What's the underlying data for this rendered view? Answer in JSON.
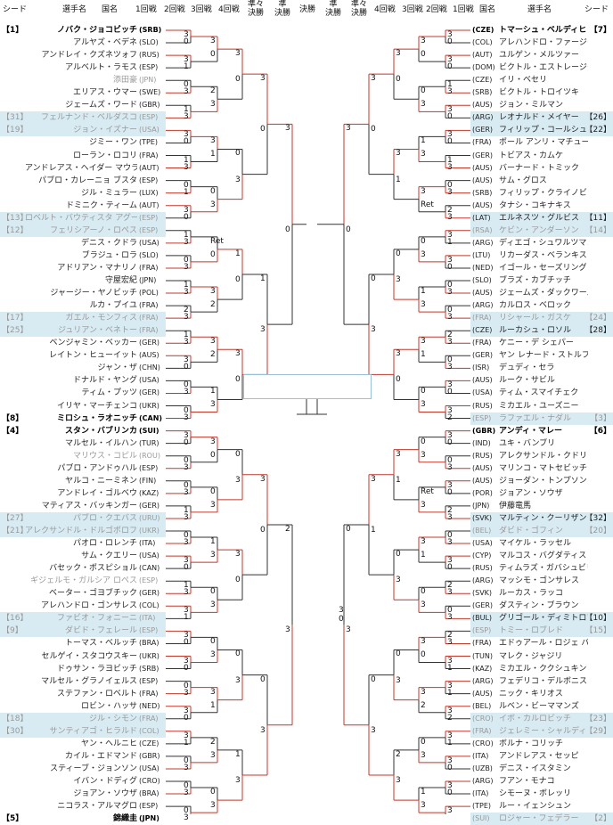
{
  "header": {
    "seed_left": "シード",
    "name_left": "選手名",
    "ctry_left": "国名",
    "r1_left": "1回戦",
    "r2_left": "2回戦",
    "r3_left": "3回戦",
    "r4_left": "4回戦",
    "qf_left": "準々\n決勝",
    "sf_left": "準\n決勝",
    "final": "決勝",
    "sf_right": "準\n決勝",
    "qf_right": "準々\n決勝",
    "r4_right": "4回戦",
    "r3_right": "3回戦",
    "r2_right": "2回戦",
    "r1_right": "1回戦",
    "ctry_right": "国名",
    "name_right": "選手名",
    "seed_right": "シード"
  },
  "left_players": [
    {
      "seed": "【1】",
      "name": "ノバク・ジョコビッチ",
      "ctry": "(SRB)",
      "style": "bold"
    },
    {
      "seed": "",
      "name": "アルヤズ・ベデネ",
      "ctry": "(SLO)",
      "style": ""
    },
    {
      "seed": "",
      "name": "アンドレイ・クズネツォフ",
      "ctry": "(RUS)",
      "style": ""
    },
    {
      "seed": "",
      "name": "アルベルト・ラモス",
      "ctry": "(ESP)",
      "style": ""
    },
    {
      "seed": "",
      "name": "添田豪",
      "ctry": "(JPN)",
      "style": "dim"
    },
    {
      "seed": "",
      "name": "エリアス・ウマー",
      "ctry": "(SWE)",
      "style": ""
    },
    {
      "seed": "",
      "name": "ジェームズ・ワード",
      "ctry": "(GBR)",
      "style": ""
    },
    {
      "seed": "【31】",
      "name": "フェルナンド・ベルダスコ",
      "ctry": "(ESP)",
      "style": "seeded dim"
    },
    {
      "seed": "【19】",
      "name": "ジョン・イズナー",
      "ctry": "(USA)",
      "style": "seeded dim"
    },
    {
      "seed": "",
      "name": "ジミー・ワン",
      "ctry": "(TPE)",
      "style": ""
    },
    {
      "seed": "",
      "name": "ローラン・ロコリ",
      "ctry": "(FRA)",
      "style": ""
    },
    {
      "seed": "",
      "name": "アンドレアス・ヘイダー マウラー",
      "ctry": "(AUT)",
      "style": ""
    },
    {
      "seed": "",
      "name": "パブロ・カレーニョ ブスタ",
      "ctry": "(ESP)",
      "style": ""
    },
    {
      "seed": "",
      "name": "ジル・ミュラー",
      "ctry": "(LUX)",
      "style": ""
    },
    {
      "seed": "",
      "name": "ドミニク・ティーム",
      "ctry": "(AUT)",
      "style": ""
    },
    {
      "seed": "【13】",
      "name": "ロベルト・バウティスタ アグート",
      "ctry": "(ESP)",
      "style": "seeded dim"
    },
    {
      "seed": "【12】",
      "name": "フェリシアーノ・ロペス",
      "ctry": "(ESP)",
      "style": "seeded dim"
    },
    {
      "seed": "",
      "name": "デニス・クドラ",
      "ctry": "(USA)",
      "style": ""
    },
    {
      "seed": "",
      "name": "ブラジュ・ロラ",
      "ctry": "(SLO)",
      "style": ""
    },
    {
      "seed": "",
      "name": "アドリアン・マナリノ",
      "ctry": "(FRA)",
      "style": ""
    },
    {
      "seed": "",
      "name": "守屋宏紀",
      "ctry": "(JPN)",
      "style": ""
    },
    {
      "seed": "",
      "name": "ジャージー・ヤノビッチ",
      "ctry": "(POL)",
      "style": ""
    },
    {
      "seed": "",
      "name": "ルカ・プイユ",
      "ctry": "(FRA)",
      "style": ""
    },
    {
      "seed": "【17】",
      "name": "ガエル・モンフィス",
      "ctry": "(FRA)",
      "style": "seeded dim"
    },
    {
      "seed": "【25】",
      "name": "ジュリアン・ベネトー",
      "ctry": "(FRA)",
      "style": "seeded dim"
    },
    {
      "seed": "",
      "name": "ベンジャミン・ベッカー",
      "ctry": "(GER)",
      "style": ""
    },
    {
      "seed": "",
      "name": "レイトン・ヒューイット",
      "ctry": "(AUS)",
      "style": ""
    },
    {
      "seed": "",
      "name": "ジャン・ザ",
      "ctry": "(CHN)",
      "style": ""
    },
    {
      "seed": "",
      "name": "ドナルド・ヤング",
      "ctry": "(USA)",
      "style": ""
    },
    {
      "seed": "",
      "name": "ティム・プッツ",
      "ctry": "(GER)",
      "style": ""
    },
    {
      "seed": "",
      "name": "イリヤ・マーチェンコ",
      "ctry": "(UKR)",
      "style": ""
    },
    {
      "seed": "【8】",
      "name": "ミロシュ・ラオニッチ",
      "ctry": "(CAN)",
      "style": "bold"
    },
    {
      "seed": "【4】",
      "name": "スタン・バブリンカ",
      "ctry": "(SUI)",
      "style": "bold"
    },
    {
      "seed": "",
      "name": "マルセル・イルハン",
      "ctry": "(TUR)",
      "style": ""
    },
    {
      "seed": "",
      "name": "マリウス・コピル",
      "ctry": "(ROU)",
      "style": "dim"
    },
    {
      "seed": "",
      "name": "パブロ・アンドゥハル",
      "ctry": "(ESP)",
      "style": ""
    },
    {
      "seed": "",
      "name": "ヤルコ・ニーミネン",
      "ctry": "(FIN)",
      "style": ""
    },
    {
      "seed": "",
      "name": "アンドレイ・ゴルベウ",
      "ctry": "(KAZ)",
      "style": ""
    },
    {
      "seed": "",
      "name": "マティアス・バッキンガー",
      "ctry": "(GER)",
      "style": ""
    },
    {
      "seed": "【27】",
      "name": "パブロ・クエバス",
      "ctry": "(URU)",
      "style": "seeded dim"
    },
    {
      "seed": "【21】",
      "name": "アレクサンドル・ドルゴポロフ",
      "ctry": "(UKR)",
      "style": "seeded dim"
    },
    {
      "seed": "",
      "name": "パオロ・ロレンチ",
      "ctry": "(ITA)",
      "style": ""
    },
    {
      "seed": "",
      "name": "サム・クエリー",
      "ctry": "(USA)",
      "style": ""
    },
    {
      "seed": "",
      "name": "バセック・ポスピショル",
      "ctry": "(CAN)",
      "style": ""
    },
    {
      "seed": "",
      "name": "ギジェルモ・ガルシア ロペス",
      "ctry": "(ESP)",
      "style": "dim"
    },
    {
      "seed": "",
      "name": "ベーター・ゴヨブチック",
      "ctry": "(GER)",
      "style": ""
    },
    {
      "seed": "",
      "name": "アレハンドロ・ゴンサレス",
      "ctry": "(COL)",
      "style": ""
    },
    {
      "seed": "【16】",
      "name": "ファビオ・フォニーニ",
      "ctry": "(ITA)",
      "style": "seeded dim"
    },
    {
      "seed": "【9】",
      "name": "ダビド・フェレール",
      "ctry": "(ESP)",
      "style": "seeded dim"
    },
    {
      "seed": "",
      "name": "トーマス・ベルッチ",
      "ctry": "(BRA)",
      "style": ""
    },
    {
      "seed": "",
      "name": "セルゲイ・スタコウスキー",
      "ctry": "(UKR)",
      "style": ""
    },
    {
      "seed": "",
      "name": "ドゥサン・ラヨビッチ",
      "ctry": "(SRB)",
      "style": ""
    },
    {
      "seed": "",
      "name": "マルセル・グラノイェルス",
      "ctry": "(ESP)",
      "style": ""
    },
    {
      "seed": "",
      "name": "ステファン・ロベルト",
      "ctry": "(FRA)",
      "style": ""
    },
    {
      "seed": "",
      "name": "ロビン・ハッサ",
      "ctry": "(NED)",
      "style": ""
    },
    {
      "seed": "【18】",
      "name": "ジル・シモン",
      "ctry": "(FRA)",
      "style": "seeded dim"
    },
    {
      "seed": "【30】",
      "name": "サンティアゴ・ヒラルド",
      "ctry": "(COL)",
      "style": "seeded dim"
    },
    {
      "seed": "",
      "name": "ヤン・ヘルニヒ",
      "ctry": "(CZE)",
      "style": ""
    },
    {
      "seed": "",
      "name": "カイル・エドマンド",
      "ctry": "(GBR)",
      "style": ""
    },
    {
      "seed": "",
      "name": "スティーブ・ジョンソン",
      "ctry": "(USA)",
      "style": ""
    },
    {
      "seed": "",
      "name": "イバン・ドディグ",
      "ctry": "(CRO)",
      "style": ""
    },
    {
      "seed": "",
      "name": "ジョアン・ソウザ",
      "ctry": "(BRA)",
      "style": ""
    },
    {
      "seed": "",
      "name": "ニコラス・アルマグロ",
      "ctry": "(ESP)",
      "style": ""
    },
    {
      "seed": "【5】",
      "name": "錦織圭",
      "ctry": "(JPN)",
      "style": "bold"
    }
  ],
  "right_players": [
    {
      "seed": "【7】",
      "name": "トマーシュ・ベルディヒ",
      "ctry": "(CZE)",
      "style": "bold"
    },
    {
      "seed": "",
      "name": "アレハンドロ・ファージャ",
      "ctry": "(COL)",
      "style": ""
    },
    {
      "seed": "",
      "name": "ユルゲン・メルツァー",
      "ctry": "(AUT)",
      "style": ""
    },
    {
      "seed": "",
      "name": "ビクトル・エストレージャ ブルゴス",
      "ctry": "(DOM)",
      "style": ""
    },
    {
      "seed": "",
      "name": "イリ・ベセリ",
      "ctry": "(CZE)",
      "style": ""
    },
    {
      "seed": "",
      "name": "ビクトル・トロイツキ",
      "ctry": "(SRB)",
      "style": ""
    },
    {
      "seed": "",
      "name": "ジョン・ミルマン",
      "ctry": "(AUS)",
      "style": ""
    },
    {
      "seed": "【26】",
      "name": "レオナルド・メイヤー",
      "ctry": "(ARG)",
      "style": "seeded"
    },
    {
      "seed": "【22】",
      "name": "フィリップ・コールシュライバー",
      "ctry": "(GER)",
      "style": "seeded"
    },
    {
      "seed": "",
      "name": "ポール アンリ・マチュー",
      "ctry": "(FRA)",
      "style": ""
    },
    {
      "seed": "",
      "name": "トビアス・カムケ",
      "ctry": "(GER)",
      "style": ""
    },
    {
      "seed": "",
      "name": "バーナード・トミック",
      "ctry": "(AUS)",
      "style": ""
    },
    {
      "seed": "",
      "name": "サム・グロス",
      "ctry": "(AUS)",
      "style": ""
    },
    {
      "seed": "",
      "name": "フィリップ・クライノビッチ",
      "ctry": "(SRB)",
      "style": ""
    },
    {
      "seed": "",
      "name": "タナシ・コキナキス",
      "ctry": "(AUS)",
      "style": ""
    },
    {
      "seed": "【11】",
      "name": "エルネスツ・グルビス",
      "ctry": "(LAT)",
      "style": "seeded"
    },
    {
      "seed": "【14】",
      "name": "ケビン・アンダーソン",
      "ctry": "(RSA)",
      "style": "seeded dim"
    },
    {
      "seed": "",
      "name": "ディエゴ・シュワルツマン",
      "ctry": "(ARG)",
      "style": ""
    },
    {
      "seed": "",
      "name": "リカーダス・ベランキス",
      "ctry": "(LTU)",
      "style": ""
    },
    {
      "seed": "",
      "name": "イゴール・セーズリング",
      "ctry": "(NED)",
      "style": ""
    },
    {
      "seed": "",
      "name": "ブラズ・カブチッチ",
      "ctry": "(SLO)",
      "style": ""
    },
    {
      "seed": "",
      "name": "ジェームズ・ダックワース",
      "ctry": "(AUS)",
      "style": ""
    },
    {
      "seed": "",
      "name": "カルロス・ベロック",
      "ctry": "(ARG)",
      "style": ""
    },
    {
      "seed": "【24】",
      "name": "リシャール・ガスケ",
      "ctry": "(FRA)",
      "style": "seeded dim"
    },
    {
      "seed": "【28】",
      "name": "ルーカシュ・ロソル",
      "ctry": "(CZE)",
      "style": "seeded"
    },
    {
      "seed": "",
      "name": "ケニー・デ シェパー",
      "ctry": "(FRA)",
      "style": ""
    },
    {
      "seed": "",
      "name": "ヤン レナード・ストルフ",
      "ctry": "(GER)",
      "style": ""
    },
    {
      "seed": "",
      "name": "デュディ・セラ",
      "ctry": "(ISR)",
      "style": ""
    },
    {
      "seed": "",
      "name": "ルーク・サビル",
      "ctry": "(AUS)",
      "style": ""
    },
    {
      "seed": "",
      "name": "ティム・スマイチェク",
      "ctry": "(USA)",
      "style": ""
    },
    {
      "seed": "",
      "name": "ミカエル・ユーズニー",
      "ctry": "(RUS)",
      "style": ""
    },
    {
      "seed": "【3】",
      "name": "ラファエル・ナダル",
      "ctry": "(ESP)",
      "style": "seeded dim"
    },
    {
      "seed": "【6】",
      "name": "アンディ・マレー",
      "ctry": "(GBR)",
      "style": "bold"
    },
    {
      "seed": "",
      "name": "ユキ・バンブリ",
      "ctry": "(IND)",
      "style": ""
    },
    {
      "seed": "",
      "name": "アレクサンドル・クドリャフツェフ",
      "ctry": "(RUS)",
      "style": ""
    },
    {
      "seed": "",
      "name": "マリンコ・マトセビッチ",
      "ctry": "(AUS)",
      "style": ""
    },
    {
      "seed": "",
      "name": "ジョーダン・トンプソン",
      "ctry": "(AUS)",
      "style": ""
    },
    {
      "seed": "",
      "name": "ジョアン・ソウザ",
      "ctry": "(POR)",
      "style": ""
    },
    {
      "seed": "",
      "name": "伊藤竜馬",
      "ctry": "(JPN)",
      "style": ""
    },
    {
      "seed": "【32】",
      "name": "マルティン・クーリザン",
      "ctry": "(SVK)",
      "style": "seeded"
    },
    {
      "seed": "【20】",
      "name": "ダビド・ゴフィン",
      "ctry": "(BEL)",
      "style": "seeded dim"
    },
    {
      "seed": "",
      "name": "マイケル・ラッセル",
      "ctry": "(USA)",
      "style": ""
    },
    {
      "seed": "",
      "name": "マルコス・バグダティス",
      "ctry": "(CYP)",
      "style": ""
    },
    {
      "seed": "",
      "name": "ティムラズ・ガバシュビリ",
      "ctry": "(RUS)",
      "style": ""
    },
    {
      "seed": "",
      "name": "マッシモ・ゴンサレス",
      "ctry": "(ARG)",
      "style": ""
    },
    {
      "seed": "",
      "name": "ルーカス・ラッコ",
      "ctry": "(SVK)",
      "style": ""
    },
    {
      "seed": "",
      "name": "ダスティン・ブラウン",
      "ctry": "(GER)",
      "style": ""
    },
    {
      "seed": "【10】",
      "name": "グリゴール・ディミトロフ",
      "ctry": "(BUL)",
      "style": "seeded"
    },
    {
      "seed": "【15】",
      "name": "トミー・ロブレド",
      "ctry": "(ESP)",
      "style": "seeded dim"
    },
    {
      "seed": "",
      "name": "エドゥアール・ロジェ バセラン",
      "ctry": "(FRA)",
      "style": ""
    },
    {
      "seed": "",
      "name": "マレク・ジャジリ",
      "ctry": "(TUN)",
      "style": ""
    },
    {
      "seed": "",
      "name": "ミカエル・ククシュキン",
      "ctry": "(KAZ)",
      "style": ""
    },
    {
      "seed": "",
      "name": "フェデリコ・デルボニス",
      "ctry": "(ARG)",
      "style": ""
    },
    {
      "seed": "",
      "name": "ニック・キリオス",
      "ctry": "(AUS)",
      "style": ""
    },
    {
      "seed": "",
      "name": "ルベン・ビーママンズ",
      "ctry": "(BEL)",
      "style": ""
    },
    {
      "seed": "【23】",
      "name": "イボ・カルロビッチ",
      "ctry": "(CRO)",
      "style": "seeded dim"
    },
    {
      "seed": "【29】",
      "name": "ジェレミー・シャルディ",
      "ctry": "(FRA)",
      "style": "seeded dim"
    },
    {
      "seed": "",
      "name": "ボルナ・コリッチ",
      "ctry": "(CRO)",
      "style": ""
    },
    {
      "seed": "",
      "name": "アンドレアス・セッピ",
      "ctry": "(ITA)",
      "style": ""
    },
    {
      "seed": "",
      "name": "デニス・イスタミン",
      "ctry": "(UZB)",
      "style": ""
    },
    {
      "seed": "",
      "name": "フアン・モナコ",
      "ctry": "(ARG)",
      "style": ""
    },
    {
      "seed": "",
      "name": "シモーヌ・ボレッリ",
      "ctry": "(ITA)",
      "style": ""
    },
    {
      "seed": "",
      "name": "ルー・イェンシュン",
      "ctry": "(TPE)",
      "style": ""
    },
    {
      "seed": "【2】",
      "name": "ロジャー・フェデラー",
      "ctry": "(SUI)",
      "style": "seeded dim"
    }
  ],
  "left_scores": {
    "r1": [
      "3",
      "0",
      "3",
      "1",
      "0",
      "3",
      "1",
      "3",
      "3",
      "0",
      "1",
      "3",
      "0",
      "1",
      "3",
      "0",
      "1",
      "3",
      "0",
      "3",
      "1",
      "3",
      "2",
      "3",
      "1",
      "3",
      "3",
      "0",
      "0",
      "3",
      "0",
      "3",
      "3",
      "0",
      "0",
      "3",
      "0",
      "3",
      "1",
      "3",
      "0",
      "3",
      "3",
      "0",
      "1",
      "3",
      "3",
      "1",
      "3",
      "0",
      "3",
      "0",
      "0",
      "3",
      "3",
      "0",
      "3",
      "1",
      "0",
      "3",
      "0",
      "3",
      "0",
      "3"
    ],
    "r2": [
      "3",
      "0",
      "2",
      "3",
      "3",
      "1",
      "0",
      "3",
      "Ret",
      "0",
      "3",
      "2",
      "3",
      "2",
      "1",
      "3",
      "3",
      "0",
      "0",
      "3",
      "1",
      "3",
      "0",
      "3",
      "0",
      "3",
      "3",
      "1",
      "2",
      "3",
      "0",
      "3"
    ],
    "r3": [
      "3",
      "0",
      "0",
      "3",
      "1",
      "0",
      "3",
      "0",
      "0",
      "3",
      "3",
      "0",
      "0",
      "3",
      "1",
      "3"
    ],
    "r4": [
      "3",
      "0",
      "1",
      "3",
      "3",
      "0",
      "0",
      "3"
    ],
    "qf": [
      "3",
      "0",
      "2",
      "3",
      "3",
      "1",
      "0",
      "3"
    ],
    "sf": [
      "0",
      "3",
      "1",
      "3"
    ],
    "final": [
      "3",
      "0"
    ]
  },
  "right_scores": {
    "r1": [
      "3",
      "0",
      "3",
      "0",
      "1",
      "3",
      "3",
      "0",
      "3",
      "0",
      "1",
      "3",
      "0",
      "3",
      "2",
      "3",
      "3",
      "1",
      "3",
      "0",
      "0",
      "3",
      "0",
      "3",
      "2",
      "3",
      "0",
      "3",
      "3",
      "0",
      "3",
      "2",
      "3",
      "0",
      "0",
      "3",
      "3",
      "0",
      "2",
      "3",
      "0",
      "3",
      "3",
      "0",
      "2",
      "3",
      "0",
      "3",
      "2",
      "3",
      "3",
      "1",
      "3",
      "1",
      "3",
      "2",
      "3",
      "1",
      "3",
      "0",
      "3",
      "0",
      "3"
    ],
    "r2": [
      "3",
      "0",
      "0",
      "3",
      "1",
      "3",
      "3",
      "Ret",
      "0",
      "3",
      "1",
      "3",
      "3",
      "1",
      "0",
      "3",
      "0",
      "3",
      "Ret",
      "3",
      "3",
      "1",
      "0",
      "3",
      "3",
      "0",
      "3",
      "2",
      "0",
      "3",
      "1",
      "3"
    ],
    "r3": [
      "3",
      "0",
      "3",
      "1",
      "0",
      "3",
      "3",
      "0",
      "3",
      "1",
      "0",
      "3",
      "0",
      "3",
      "2",
      "3"
    ],
    "r4": [
      "3",
      "0",
      "0",
      "3",
      "3",
      "1",
      "0",
      "3"
    ],
    "qf": [
      "3",
      "0",
      "0",
      "3",
      "3",
      "1",
      "2",
      "3"
    ],
    "sf": [
      "3",
      "0",
      "0",
      "3"
    ]
  }
}
